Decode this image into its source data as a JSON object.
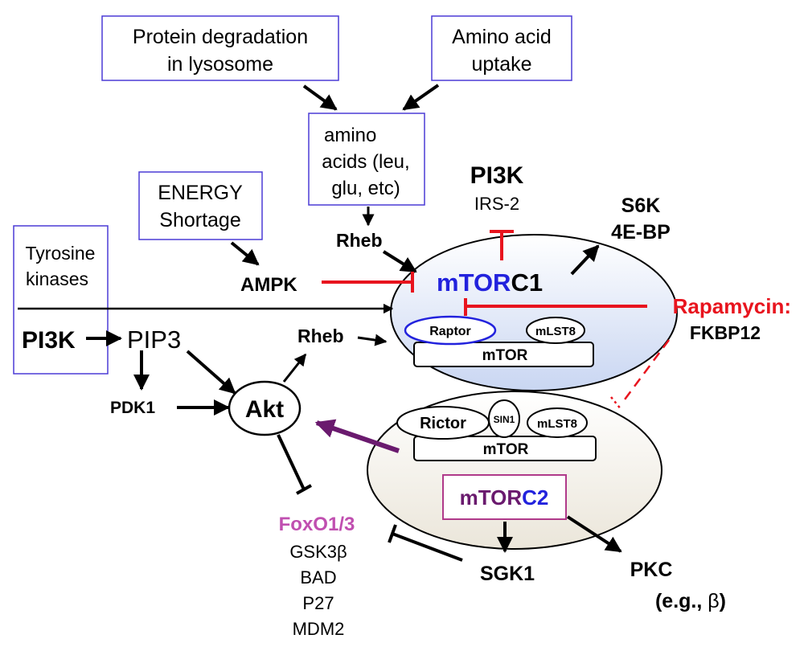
{
  "boxes": {
    "protein_degradation": {
      "line1": "Protein degradation",
      "line2": "in lysosome"
    },
    "amino_uptake": {
      "line1": "Amino acid",
      "line2": "uptake"
    },
    "amino_acids": {
      "line1": "amino",
      "line2": "acids (leu,",
      "line3": "glu, etc)"
    },
    "energy": {
      "line1": "ENERGY",
      "line2": "Shortage"
    },
    "tyrosine": {
      "line1": "Tyrosine",
      "line2": "kinases"
    }
  },
  "nodes": {
    "pi3k_left": "PI3K",
    "pip3": "PIP3",
    "pdk1": "PDK1",
    "akt": "Akt",
    "rheb_top": "Rheb",
    "rheb_mid": "Rheb",
    "ampk": "AMPK",
    "pi3k_top": "PI3K",
    "irs2": "IRS-2",
    "s6k": "S6K",
    "eb4p": "4E-BP",
    "rapamycin": "Rapamycin:",
    "fkbp12": "FKBP12",
    "sgk1": "SGK1",
    "pkc": "PKC",
    "pkc_sub_prefix": "(e.g., ",
    "pkc_sub_beta": "β",
    "pkc_sub_suffix": ")"
  },
  "mtorc1": {
    "label_blue": "mTOR",
    "label_black": "C1",
    "raptor": "Raptor",
    "mlst8": "mLST8",
    "mtor": "mTOR"
  },
  "mtorc2": {
    "label_purple": "mTOR",
    "label_blue": "C2",
    "rictor": "Rictor",
    "sin1": "SIN1",
    "mlst8": "mLST8",
    "mtor": "mTOR"
  },
  "targets": {
    "foxo": "FoxO1/3",
    "gsk3": "GSK3β",
    "bad": "BAD",
    "p27": "P27",
    "mdm2": "MDM2"
  },
  "colors": {
    "box_border": "#4b3cd6",
    "inhibit": "#e8141e",
    "blue": "#2222dd",
    "purple": "#6a1a6e",
    "magenta": "#c04fb0",
    "mtorc2_border": "#b03a8a"
  }
}
